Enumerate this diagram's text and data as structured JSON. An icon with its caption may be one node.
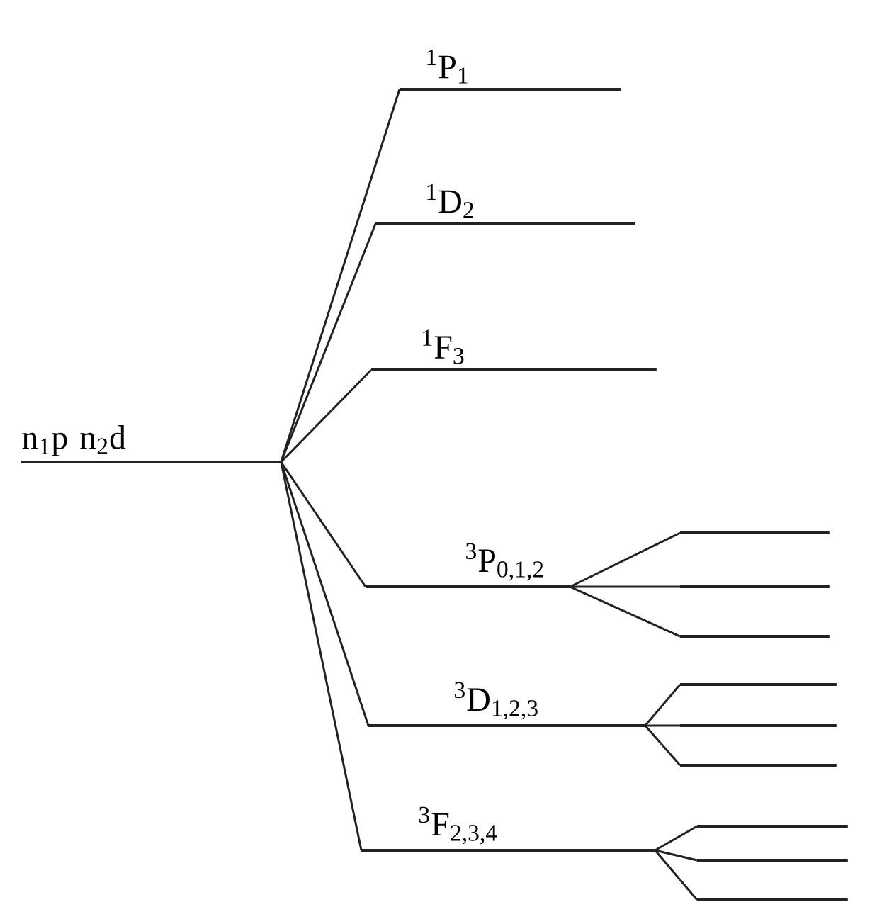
{
  "diagram": {
    "nodes": [
      {
        "text": [
          "n$_{1}$p n$_{2}$d"
        ]
      },
      {
        "text": [
          "$^{1}$P$_{1}$"
        ]
      },
      {
        "text": [
          "$^{1}$D$_{2}$"
        ]
      },
      {
        "text": [
          "$^{1}$F$_{3}$"
        ]
      },
      {
        "text": [
          "$^{3}$P$_{0,1,2}$"
        ]
      },
      {
        "text": [
          "$^{3}$D$_{1,2,3}$"
        ]
      },
      {
        "text": [
          "$^{3}$F$_{2,3,4}$"
        ]
      },
      {
        "text": [],
        "shape": "line"
      },
      {
        "text": [],
        "shape": "line"
      },
      {
        "text": [],
        "shape": "line"
      },
      {
        "text": [],
        "shape": "line"
      },
      {
        "text": [],
        "shape": "line"
      },
      {
        "text": [],
        "shape": "line"
      },
      {
        "text": [],
        "shape": "line"
      },
      {
        "text": [],
        "shape": "line"
      },
      {
        "text": [],
        "shape": "line"
      }
    ],
    "edges": [
      {
        "from": 0,
        "to": 1,
        "arrow": "none"
      },
      {
        "from": 0,
        "to": 2,
        "arrow": "none"
      },
      {
        "from": 0,
        "to": 3,
        "arrow": "none"
      },
      {
        "from": 0,
        "to": 4,
        "arrow": "none"
      },
      {
        "from": 0,
        "to": 5,
        "arrow": "none"
      },
      {
        "from": 0,
        "to": 6,
        "arrow": "none"
      },
      {
        "from": 4,
        "to": 7,
        "arrow": "none"
      },
      {
        "from": 4,
        "to": 8,
        "arrow": "none"
      },
      {
        "from": 4,
        "to": 9,
        "arrow": "none"
      },
      {
        "from": 5,
        "to": 10,
        "arrow": "none"
      },
      {
        "from": 5,
        "to": 11,
        "arrow": "none"
      },
      {
        "from": 5,
        "to": 12,
        "arrow": "none"
      },
      {
        "from": 6,
        "to": 13,
        "arrow": "none"
      },
      {
        "from": 6,
        "to": 14,
        "arrow": "none"
      },
      {
        "from": 6,
        "to": 15,
        "arrow": "none"
      }
    ]
  }
}
